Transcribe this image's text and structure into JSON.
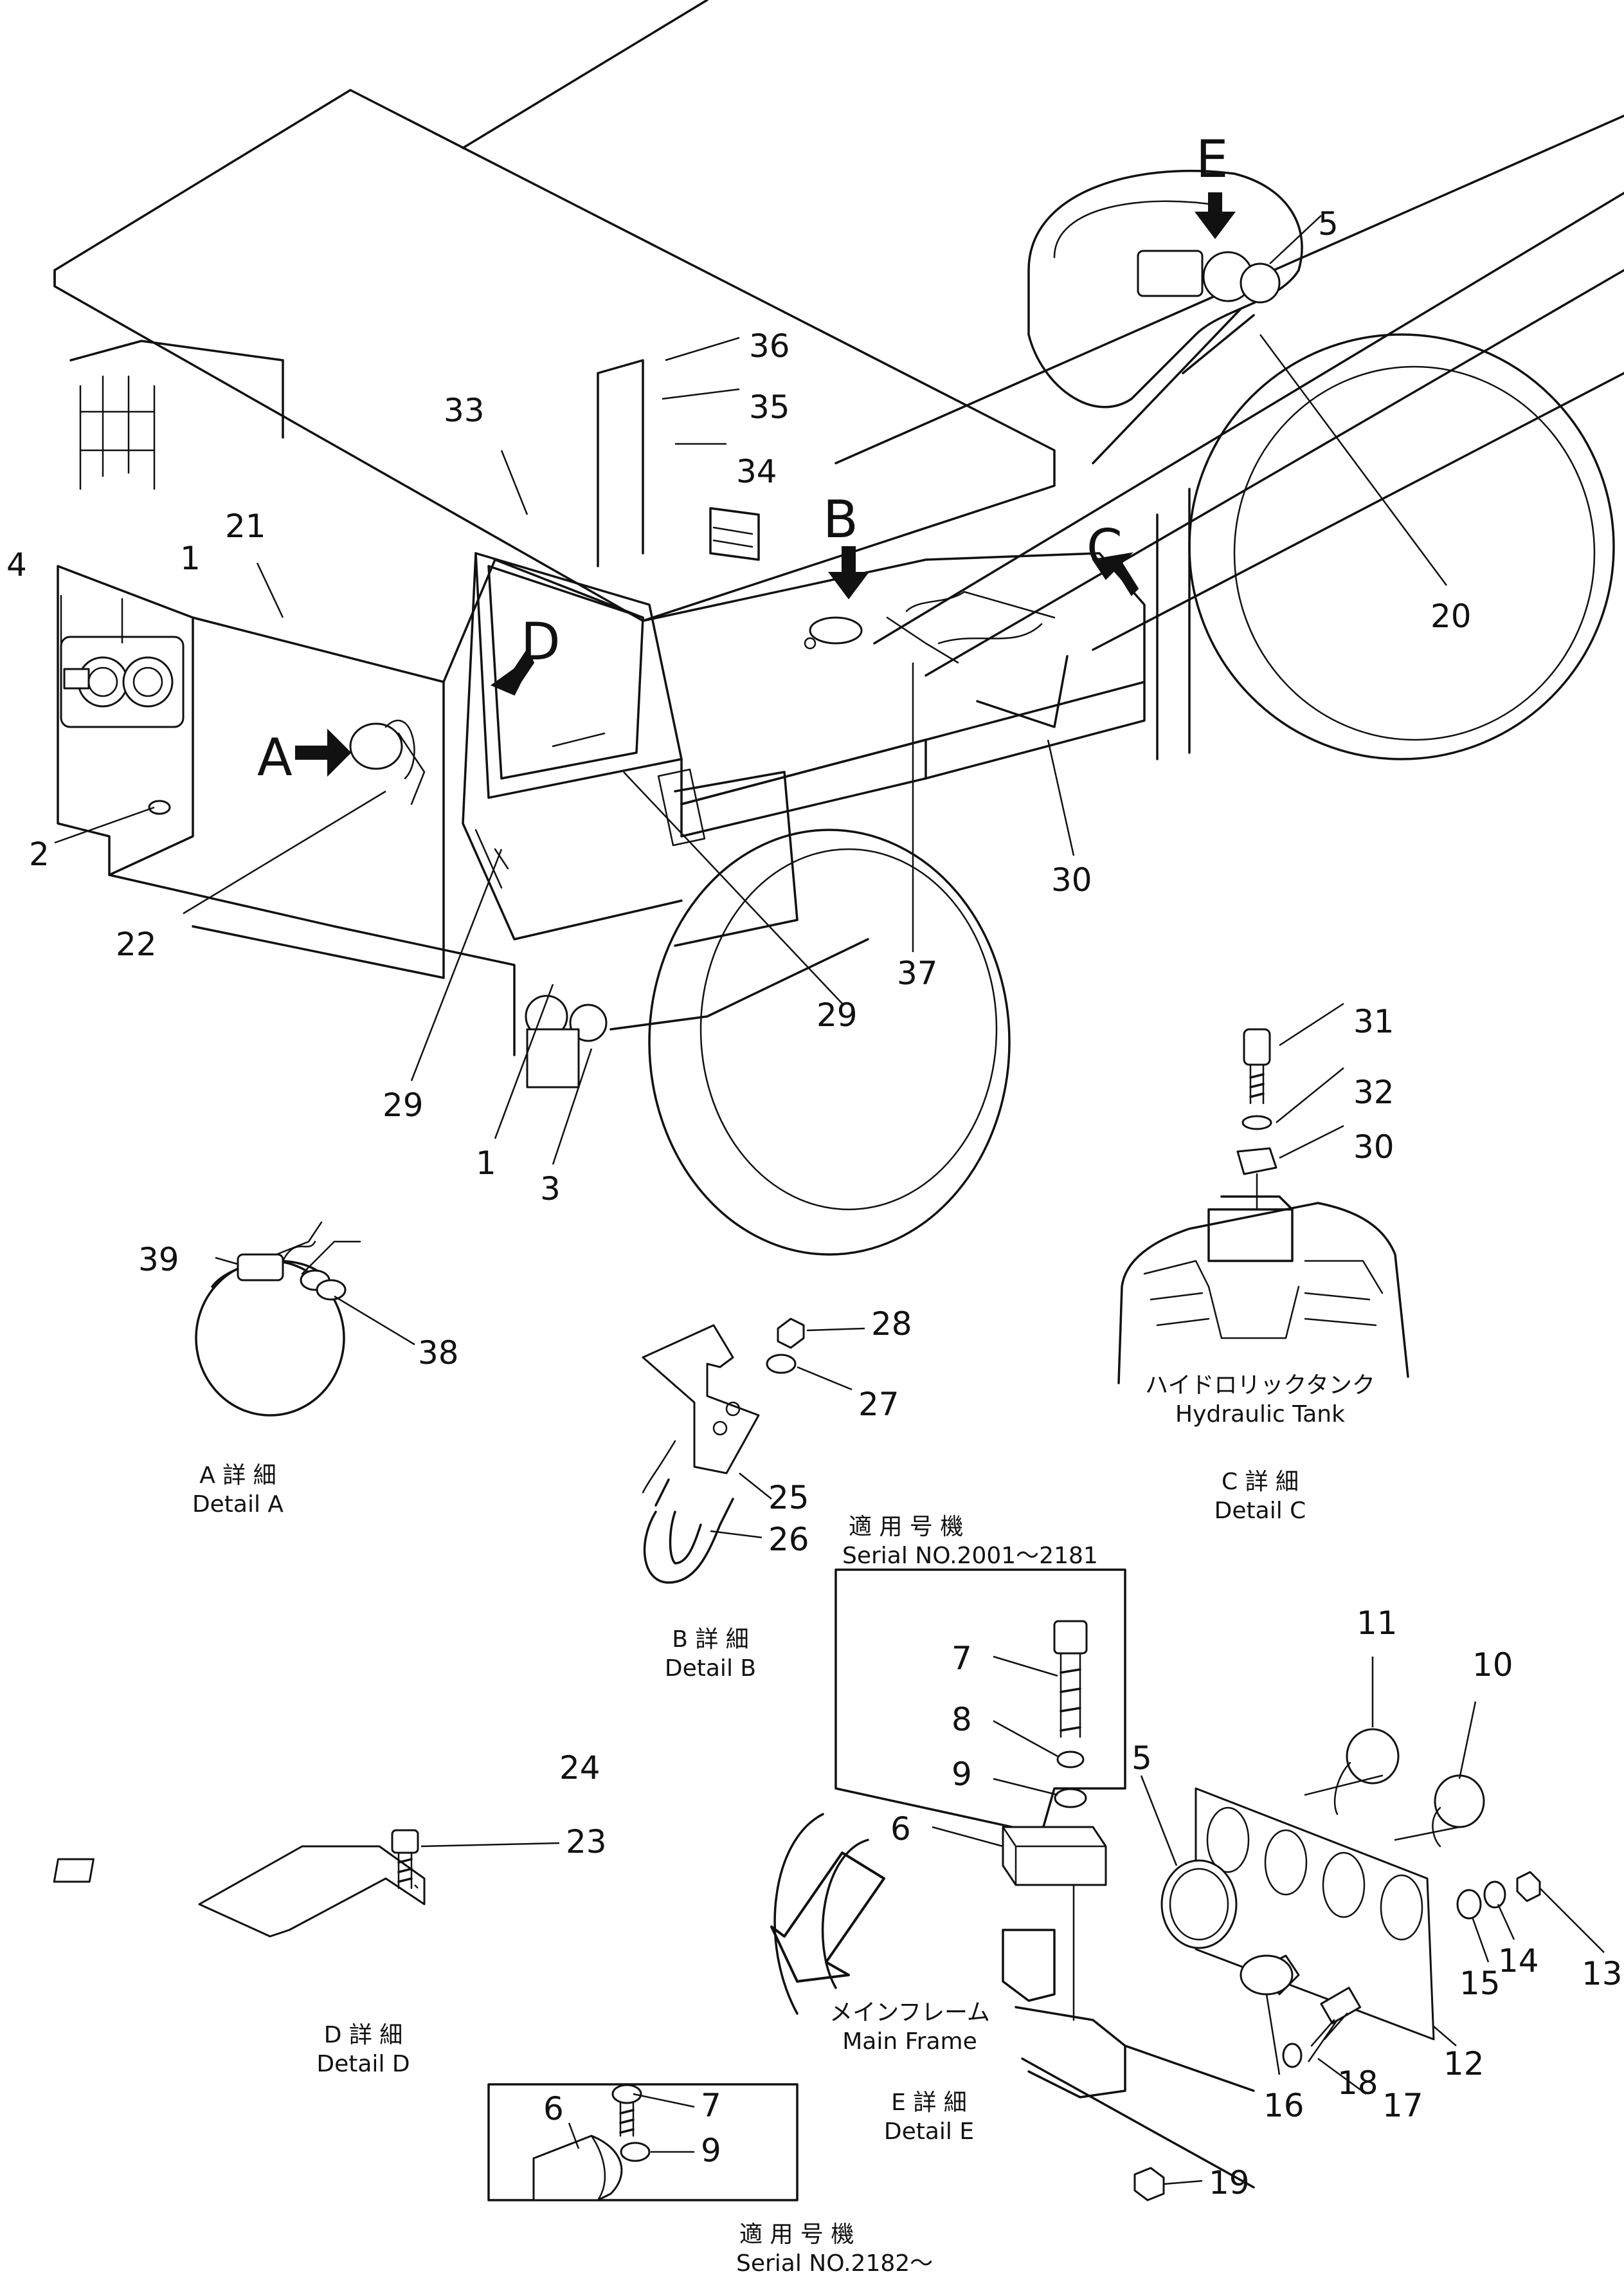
{
  "view_letters": [
    "A",
    "B",
    "C",
    "D",
    "E"
  ],
  "part_numbers": {
    "p1a": "1",
    "p1b": "1",
    "p2": "2",
    "p3": "3",
    "p4": "4",
    "p5a": "5",
    "p5b": "5",
    "p6a": "6",
    "p6b": "6",
    "p7a": "7",
    "p7b": "7",
    "p8": "8",
    "p9a": "9",
    "p9b": "9",
    "p10": "10",
    "p11": "11",
    "p12": "12",
    "p13": "13",
    "p14": "14",
    "p15": "15",
    "p16": "16",
    "p17": "17",
    "p18": "18",
    "p19": "19",
    "p20": "20",
    "p21": "21",
    "p22": "22",
    "p23": "23",
    "p24": "24",
    "p25": "25",
    "p26": "26",
    "p27": "27",
    "p28": "28",
    "p29a": "29",
    "p29b": "29",
    "p30a": "30",
    "p30b": "30",
    "p31": "31",
    "p32": "32",
    "p33": "33",
    "p34": "34",
    "p35": "35",
    "p36": "36",
    "p37": "37",
    "p38": "38",
    "p39": "39"
  },
  "details": {
    "a": {
      "jp": "A 詳 細",
      "en": "Detail A"
    },
    "b": {
      "jp": "B 詳 細",
      "en": "Detail B"
    },
    "c": {
      "jp": "C 詳 細",
      "en": "Detail C"
    },
    "d": {
      "jp": "D 詳 細",
      "en": "Detail D"
    },
    "e": {
      "jp": "E 詳 細",
      "en": "Detail E"
    }
  },
  "component_labels": {
    "hydraulic_tank_jp": "ハイドロリックタンク",
    "hydraulic_tank_en": "Hydraulic  Tank",
    "main_frame_jp": "メインフレーム",
    "main_frame_en": "Main  Frame"
  },
  "serial_notes": {
    "upper_jp": "適 用 号 機",
    "upper_en": "Serial NO.2001～2181",
    "lower_jp": "適 用 号 機",
    "lower_en": "Serial NO.2182～"
  }
}
